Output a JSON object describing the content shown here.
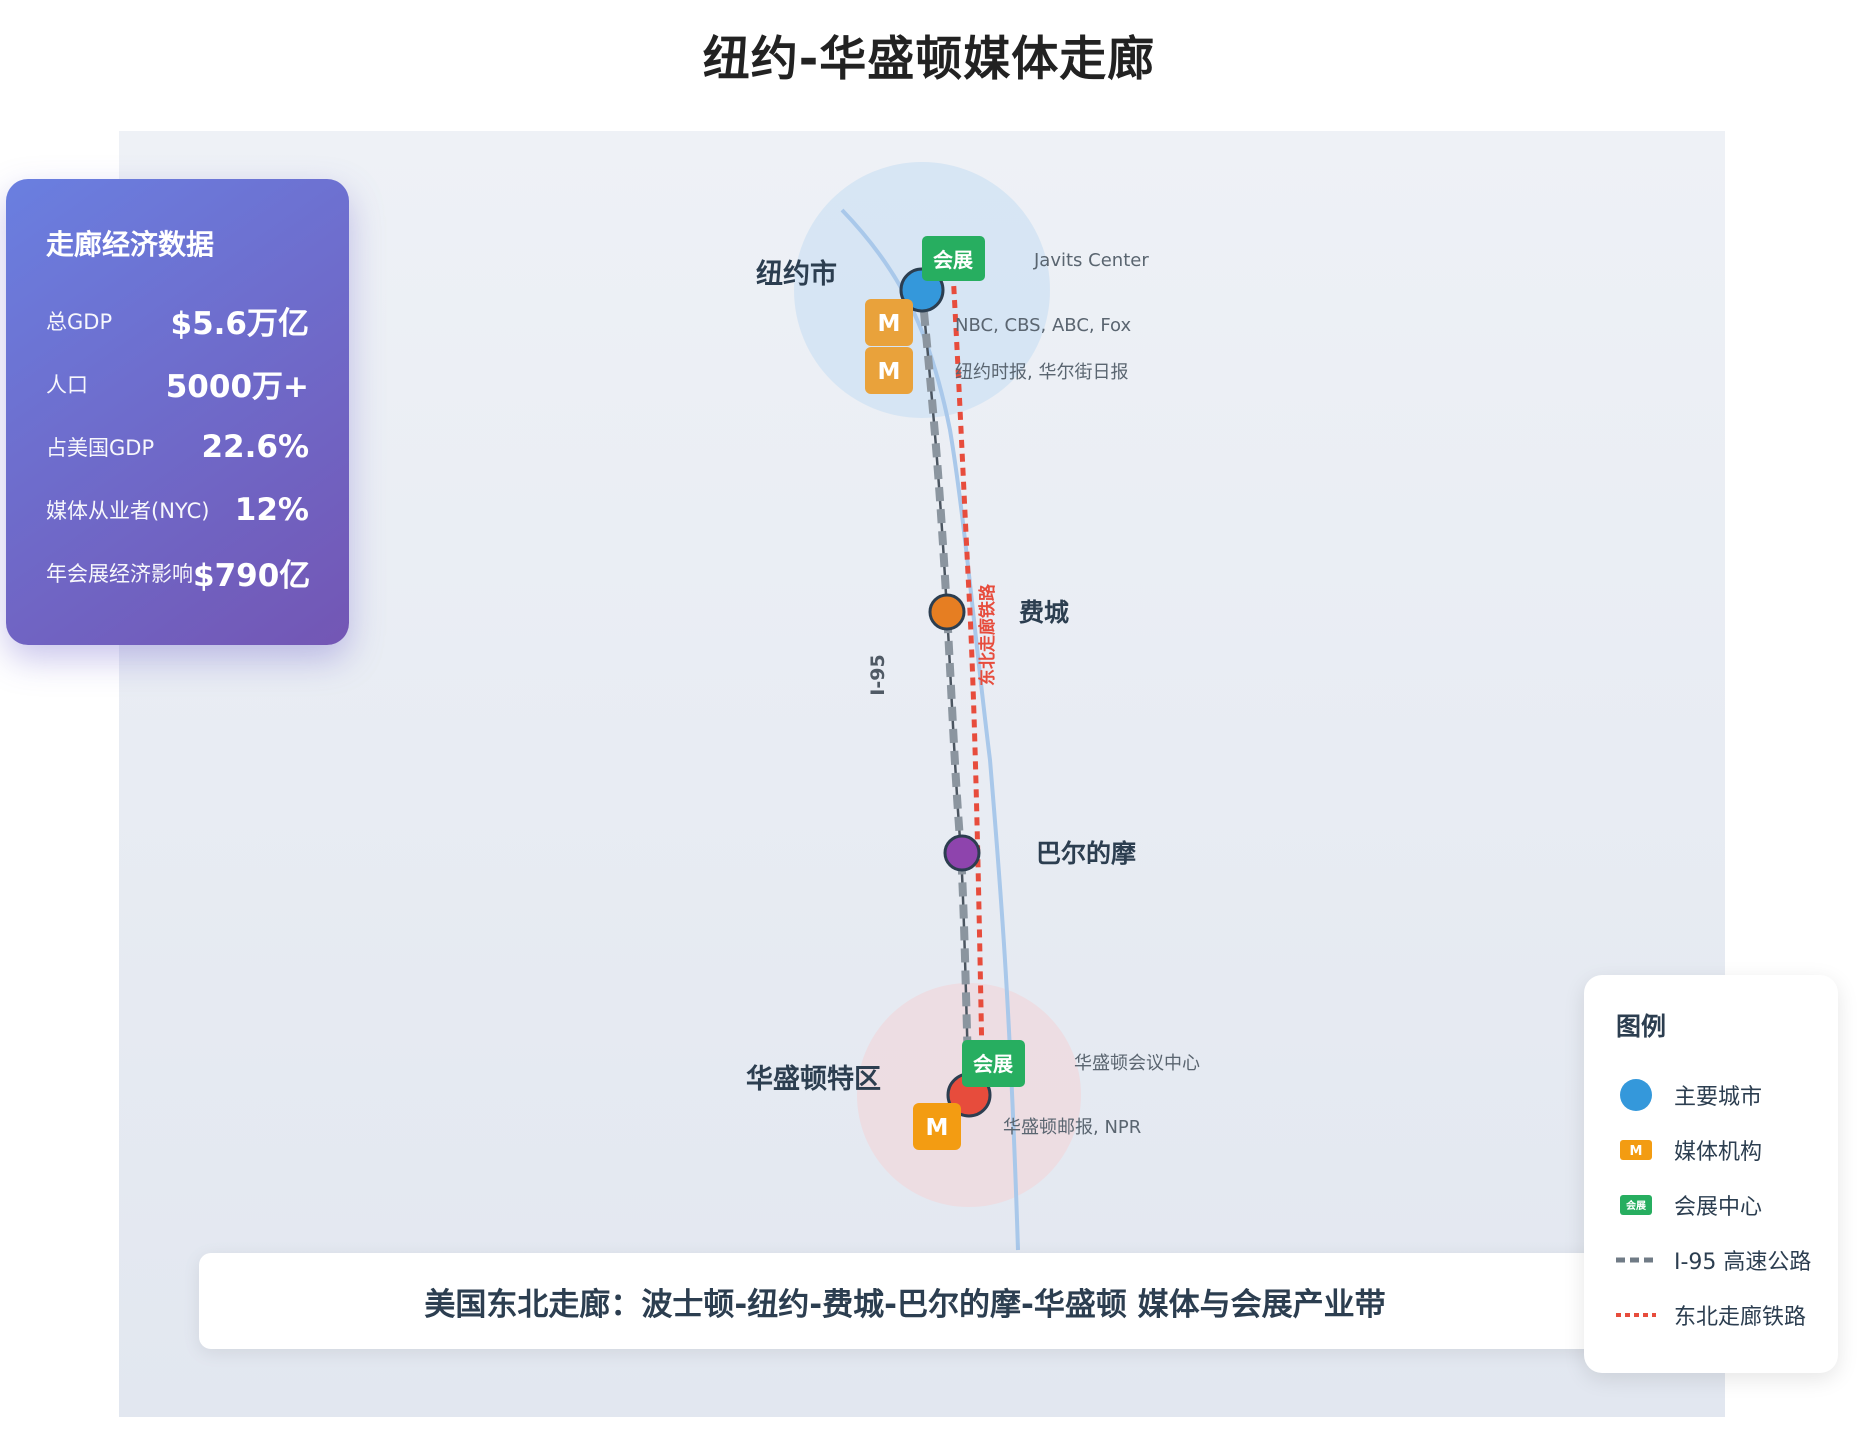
{
  "title": "纽约-华盛顿媒体走廊",
  "stats": {
    "title": "走廊经济数据",
    "rows": [
      {
        "label": "总GDP",
        "value": "$5.6万亿"
      },
      {
        "label": "人口",
        "value": "5000万+"
      },
      {
        "label": "占美国GDP",
        "value": "22.6%"
      },
      {
        "label": "媒体从业者(NYC)",
        "value": "12%"
      },
      {
        "label": "年会展经济影响",
        "value": "$790亿"
      }
    ]
  },
  "cities": [
    {
      "id": "nyc",
      "name": "纽约市",
      "color": "#3498db",
      "area_color": "#cfe1f3"
    },
    {
      "id": "philly",
      "name": "费城",
      "color": "#e67e22"
    },
    {
      "id": "baltimore",
      "name": "巴尔的摩",
      "color": "#8e44ad"
    },
    {
      "id": "dc",
      "name": "华盛顿特区",
      "color": "#e74c3c",
      "area_color": "#efd9de"
    }
  ],
  "markers": {
    "convention_badge": "会展",
    "media_badge": "M",
    "nyc_convention": "Javits Center",
    "nyc_media_1": "NBC, CBS, ABC, Fox",
    "nyc_media_2": "纽约时报, 华尔街日报",
    "dc_convention": "华盛顿会议中心",
    "dc_media": "华盛顿邮报, NPR"
  },
  "routes": {
    "highway_label": "I-95",
    "rail_label": "东北走廊铁路"
  },
  "legend": {
    "title": "图例",
    "items": [
      {
        "label": "主要城市",
        "icon": "city-dot"
      },
      {
        "label": "媒体机构",
        "icon": "media-badge",
        "badge": "M"
      },
      {
        "label": "会展中心",
        "icon": "convention-badge",
        "badge": "会展"
      },
      {
        "label": "I-95 高速公路",
        "icon": "highway-line"
      },
      {
        "label": "东北走廊铁路",
        "icon": "rail-line"
      }
    ]
  },
  "caption": "美国东北走廊：波士顿-纽约-费城-巴尔的摩-华盛顿 媒体与会展产业带",
  "colors": {
    "media": "#f39c12",
    "convention": "#27ae60",
    "highway": "#707b86",
    "rail": "#e74c3c",
    "river": "#a9c8ea"
  }
}
